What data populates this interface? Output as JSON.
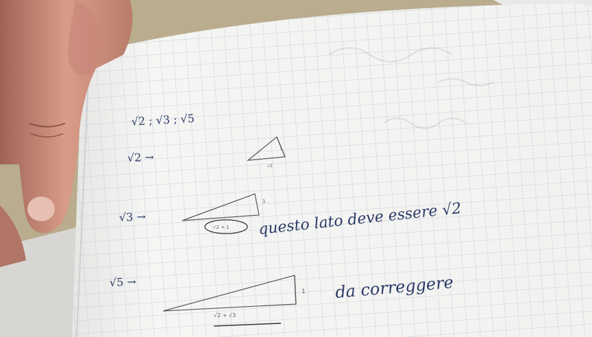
{
  "notebook": {
    "lines": [
      {
        "text": "√2 ; √3 ; √5"
      },
      {
        "text": "√2 →"
      },
      {
        "text": "√3 →"
      },
      {
        "text": "√5 →"
      }
    ],
    "notes": {
      "line1": "questo lato deve essere √2",
      "line2": "da correggere"
    },
    "triangle_labels": {
      "t1_side": "1",
      "t1_base": "√2",
      "t2_side": "1",
      "t2_base": "√2 + 1",
      "t3_side": "1",
      "t3_base": "√2 + √3"
    }
  },
  "colors": {
    "ink": "#2b3a66",
    "pencil": "#555555",
    "paper": "#f4f4f2",
    "grid": "#c9cfdc",
    "desk": "#b9ad8e",
    "skin": "#d79a86"
  }
}
